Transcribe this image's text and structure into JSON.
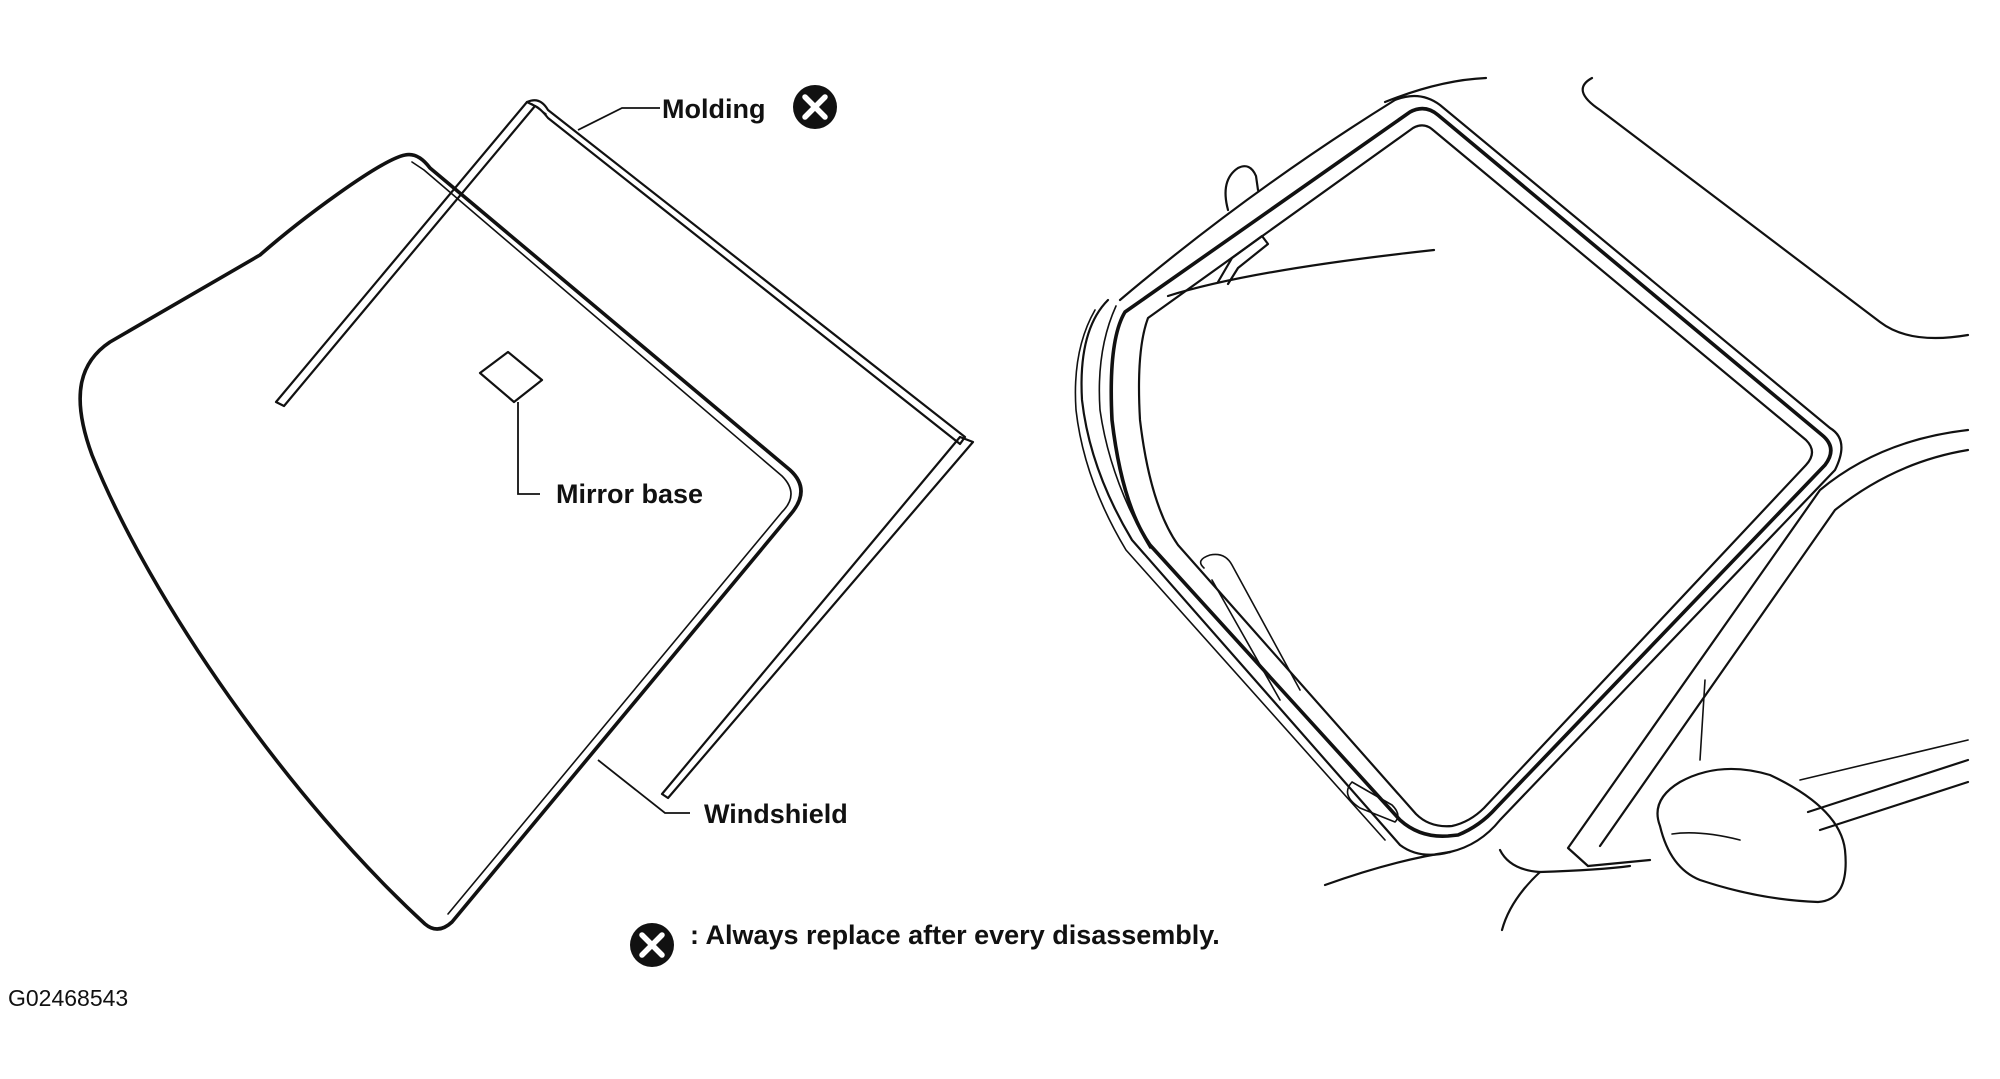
{
  "labels": {
    "molding": "Molding",
    "mirror_base": "Mirror base",
    "windshield": "Windshield"
  },
  "legend": {
    "text": ": Always replace after every disassembly.",
    "icon": "x-circle-icon"
  },
  "figure_code": "G02468543",
  "colors": {
    "ink": "#111111",
    "background": "#ffffff"
  }
}
